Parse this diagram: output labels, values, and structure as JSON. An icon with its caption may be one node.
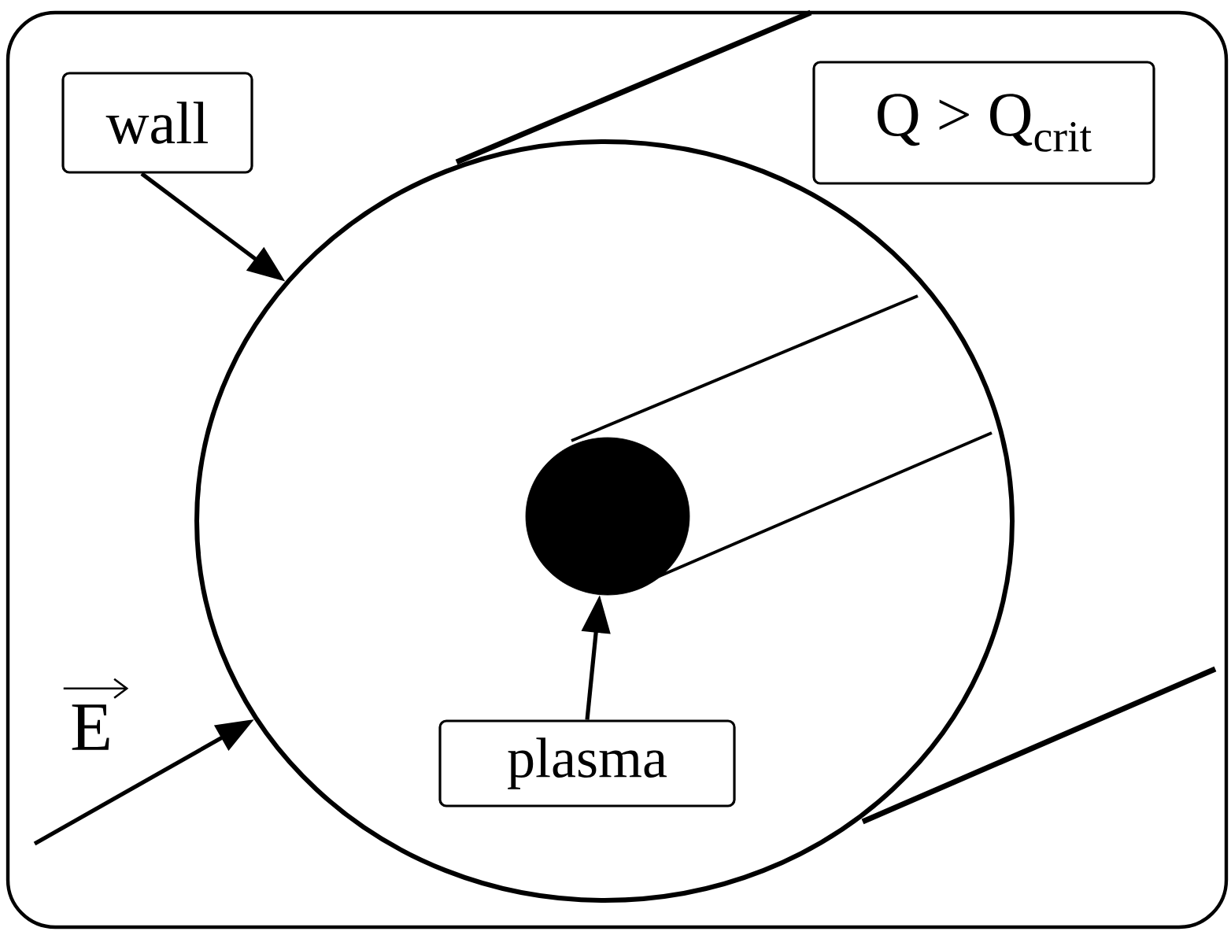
{
  "diagram": {
    "nodes": [
      {
        "text": [
          "wall"
        ]
      },
      {
        "text": [
          "Q > Q$_{crit}$"
        ]
      },
      {
        "text": [
          "plasma"
        ],
        "in": 3
      },
      {
        "text": [],
        "shape": "circle"
      },
      {
        "text": [],
        "shape": "circle",
        "in": 3
      }
    ],
    "edges": [
      {
        "from": 0,
        "to": 3,
        "arrow": "to"
      },
      {
        "from": 2,
        "to": 4,
        "arrow": "to"
      },
      {
        "from": null,
        "to": 3,
        "arrow": "to"
      }
    ],
    "labels": [
      "E"
    ]
  }
}
